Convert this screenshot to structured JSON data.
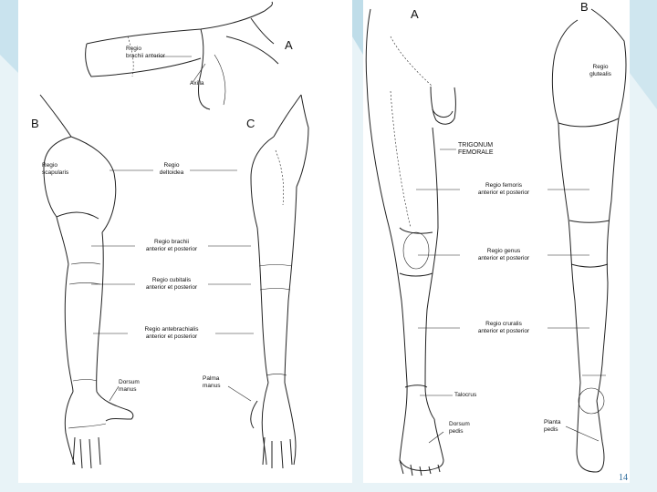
{
  "panel_left": {
    "fig_a": "A",
    "fig_b": "B",
    "fig_c": "C",
    "labels": {
      "brachii_anterior": "Regio\nbrachii anterior",
      "axilla": "Axilla",
      "scapularis": "Regio\nscapularis",
      "deltoidea": "Regio\ndeltoidea",
      "brachii": "Regio brachii\nanterior et posterior",
      "cubitalis": "Regio cubitalis\nanterior et posterior",
      "antebrachialis": "Regio antebrachialis\nanterior et posterior",
      "dorsum_manus": "Dorsum\nmanus",
      "palma_manus": "Palma\nmanus"
    }
  },
  "panel_right": {
    "fig_a": "A",
    "fig_b": "B",
    "labels": {
      "glutealis": "Regio\nglutealis",
      "trigonum": "TRIGONUM\nFEMORALE",
      "femoris": "Regio femoris\nanterior et posterior",
      "genus": "Regio genus\nanterior et posterior",
      "cruralis": "Regio cruralis\nanterior et posterior",
      "talocrus": "Talocrus",
      "dorsum_pedis": "Dorsum\npedis",
      "planta_pedis": "Planta\npedis"
    }
  },
  "page_number": "14",
  "colors": {
    "background": "#e8f3f7",
    "accent": "#2a6a9a"
  }
}
